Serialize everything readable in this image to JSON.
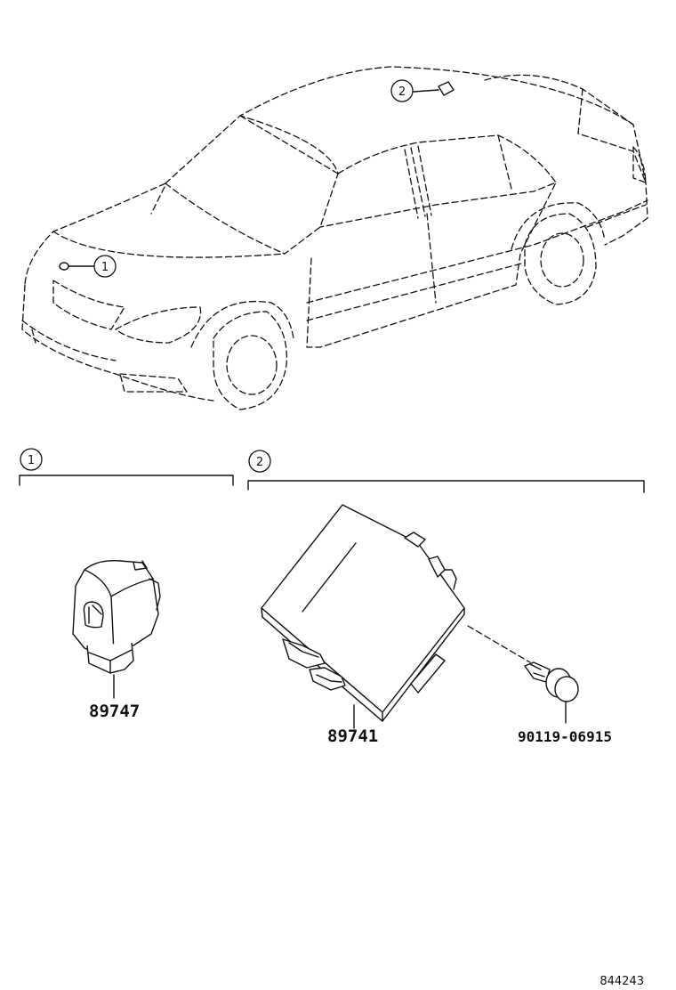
{
  "callouts": {
    "c1": "1",
    "c2": "2",
    "group1": "1",
    "group2": "2"
  },
  "parts": {
    "sensor": "89747",
    "module": "89741",
    "bolt": "90119-06915"
  },
  "reference_code": "844243"
}
